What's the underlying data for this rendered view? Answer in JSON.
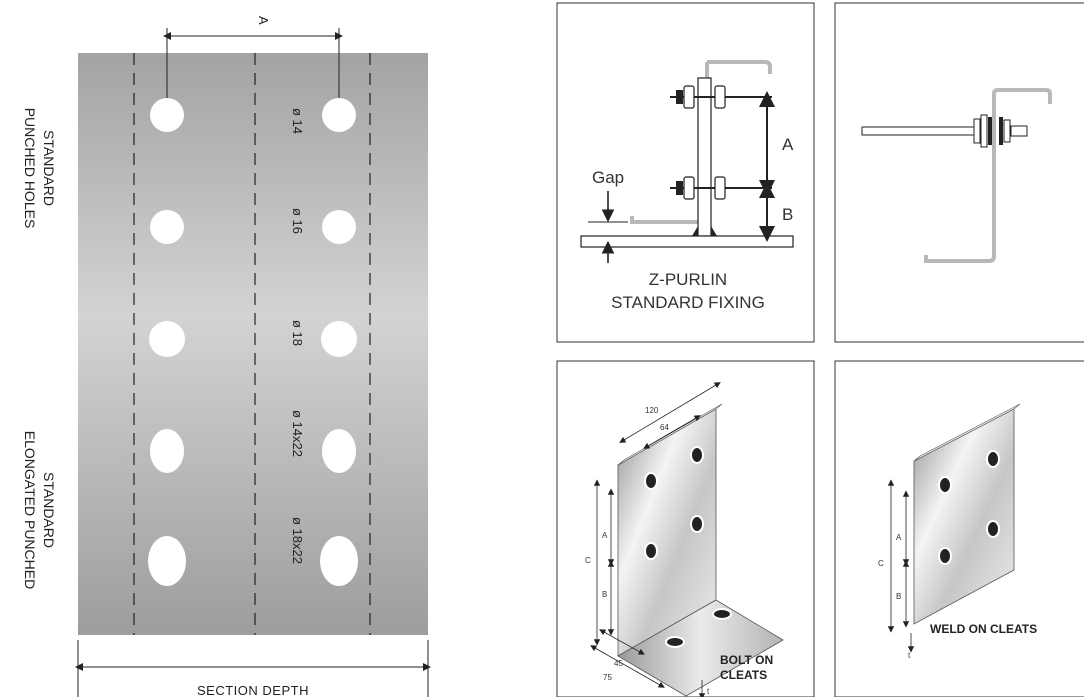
{
  "left_panel": {
    "top_dimension_label": "A",
    "bottom_dimension_label": "SECTION DEPTH",
    "side_label_top_line1": "STANDARD",
    "side_label_top_line2": "PUNCHED HOLES",
    "side_label_bottom_line1": "STANDARD",
    "side_label_bottom_line2": "ELONGATED PUNCHED",
    "hole_callouts": [
      "ø 14",
      "ø 16",
      "ø 18",
      "ø 14x22",
      "ø 18x22"
    ]
  },
  "zpurlin_panel": {
    "gap_label": "Gap",
    "dim_a": "A",
    "dim_b": "B",
    "caption_line1": "Z-PURLIN",
    "caption_line2": "STANDARD FIXING"
  },
  "bolt_cleat_panel": {
    "dim_120": "120",
    "dim_64": "64",
    "dim_a": "A",
    "dim_b": "B",
    "dim_c": "C",
    "dim_45": "45",
    "dim_75": "75",
    "dim_t": "t",
    "caption_line1": "BOLT ON",
    "caption_line2": "CLEATS"
  },
  "weld_cleat_panel": {
    "dim_a": "A",
    "dim_b": "B",
    "dim_c": "C",
    "dim_t": "t",
    "caption": "WELD ON CLEATS"
  },
  "colors": {
    "steel_dark": "#9a9a9a",
    "steel_light": "#d4d4d4",
    "line": "#222222",
    "purlin_grey": "#b8b8b8"
  }
}
